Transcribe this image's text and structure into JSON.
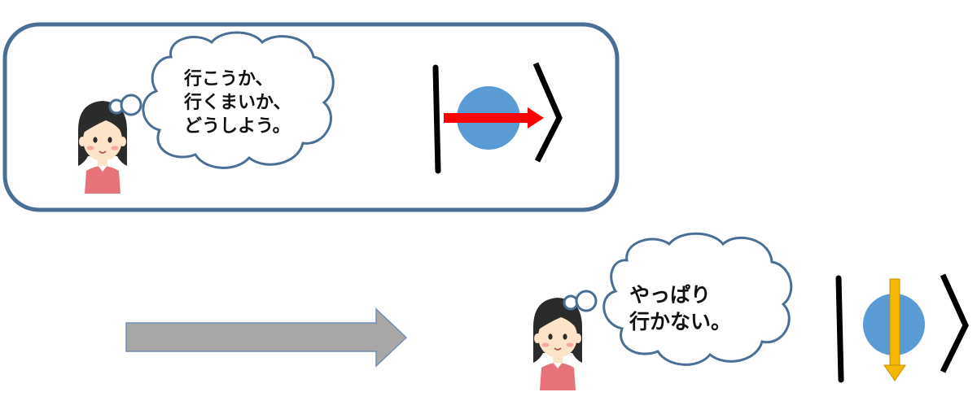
{
  "scene_top": {
    "thought_lines": [
      "行こうか、",
      "行くまいか、",
      "どうしよう。"
    ],
    "ball_motion": "moving-right"
  },
  "scene_bottom": {
    "thought_lines": [
      "やっぱり",
      "行かない。"
    ],
    "ball_motion": "moving-down"
  },
  "transition_arrow": "right",
  "colors": {
    "panel_border": "#4a6f96",
    "cloud_stroke": "#4a6f96",
    "ball": "#5b9bd5",
    "arrow_right": "#ff0000",
    "arrow_down": "#f5b800",
    "transition_arrow": "#a9a6a6",
    "transition_arrow_border": "#6f8fb5",
    "hair": "#2b2b2b",
    "skin": "#fde3c8",
    "shirt": "#e8727a"
  }
}
